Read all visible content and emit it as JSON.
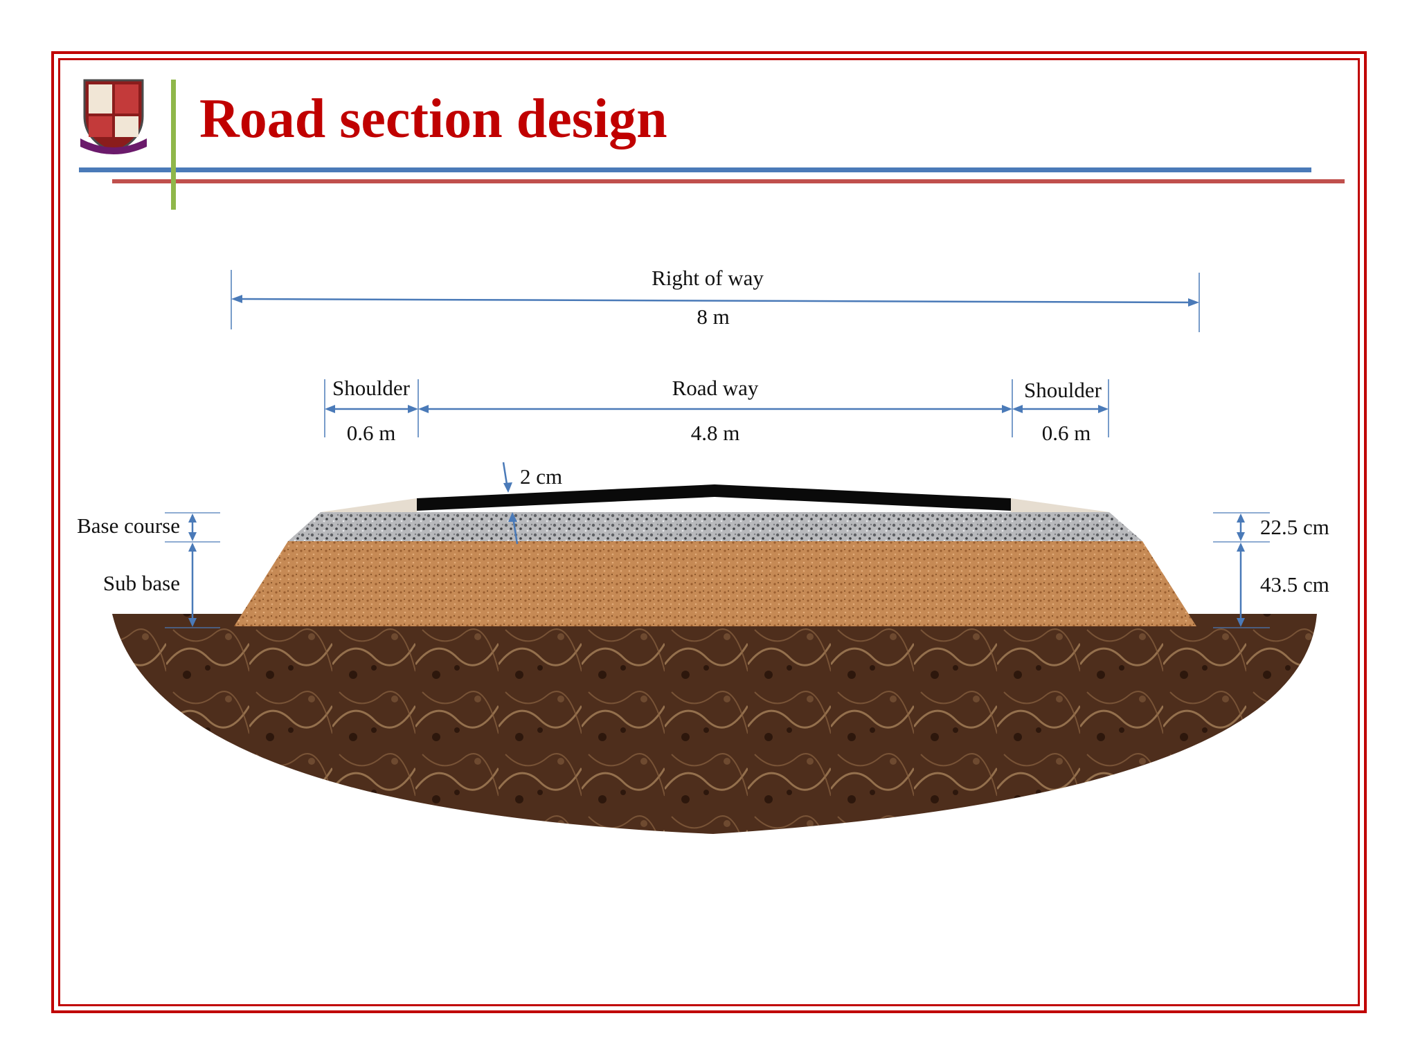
{
  "slide": {
    "title": "Road section design"
  },
  "diagram": {
    "right_of_way": {
      "label": "Right of way",
      "value": "8 m"
    },
    "shoulder_left": {
      "label": "Shoulder",
      "value": "0.6 m"
    },
    "roadway": {
      "label": "Road way",
      "value": "4.8 m"
    },
    "shoulder_right": {
      "label": "Shoulder",
      "value": "0.6 m"
    },
    "surface": {
      "value": "2 cm"
    },
    "base_course": {
      "label": "Base course",
      "value": "22.5 cm"
    },
    "sub_base": {
      "label": "Sub base",
      "value": "43.5 cm"
    }
  },
  "colors": {
    "accent_red": "#c00000",
    "dimension_blue": "#4a7ab8",
    "asphalt": "#0a0a0a",
    "base_gravel": "#a9aaad",
    "sub_base_soil": "#c68a55",
    "ground": "#4e2e1c"
  }
}
